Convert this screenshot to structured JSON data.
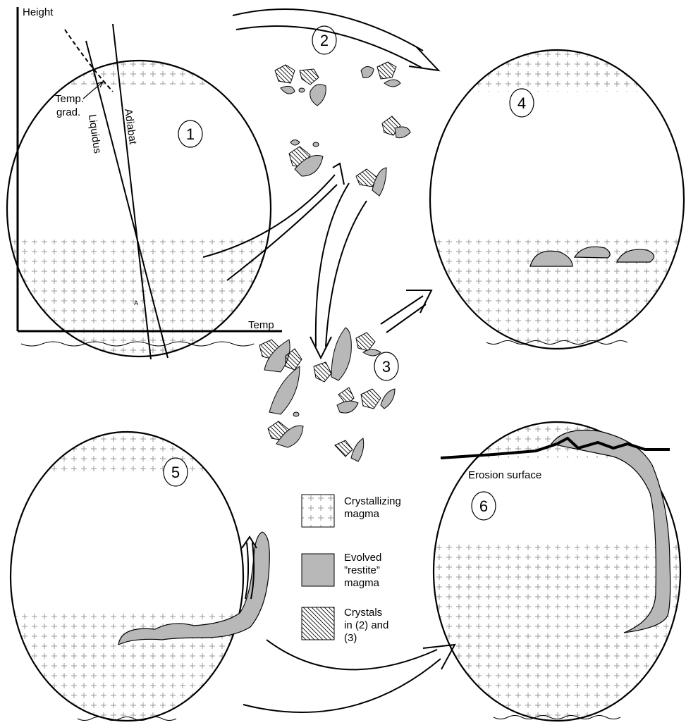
{
  "axes": {
    "height_label": "Height",
    "temp_label": "Temp"
  },
  "graph_labels": {
    "temp_grad_line1": "Temp.",
    "temp_grad_line2": "grad.",
    "liquidus": "Liquidus",
    "adiabat": "Adiabat",
    "small_mark": "A"
  },
  "stages": {
    "s1": "1",
    "s2": "2",
    "s3": "3",
    "s4": "4",
    "s5": "5",
    "s6": "6"
  },
  "erosion_label": "Erosion surface",
  "legend": {
    "crystallizing": [
      "Crystallizing",
      "magma"
    ],
    "evolved": [
      "Evolved",
      "”restite”",
      "magma"
    ],
    "crystals": [
      "Crystals",
      "in (2) and",
      "(3)"
    ]
  },
  "colors": {
    "restite_fill": "#b8b8b8",
    "stroke": "#000000",
    "plus_marks": "#9a9a9a"
  }
}
